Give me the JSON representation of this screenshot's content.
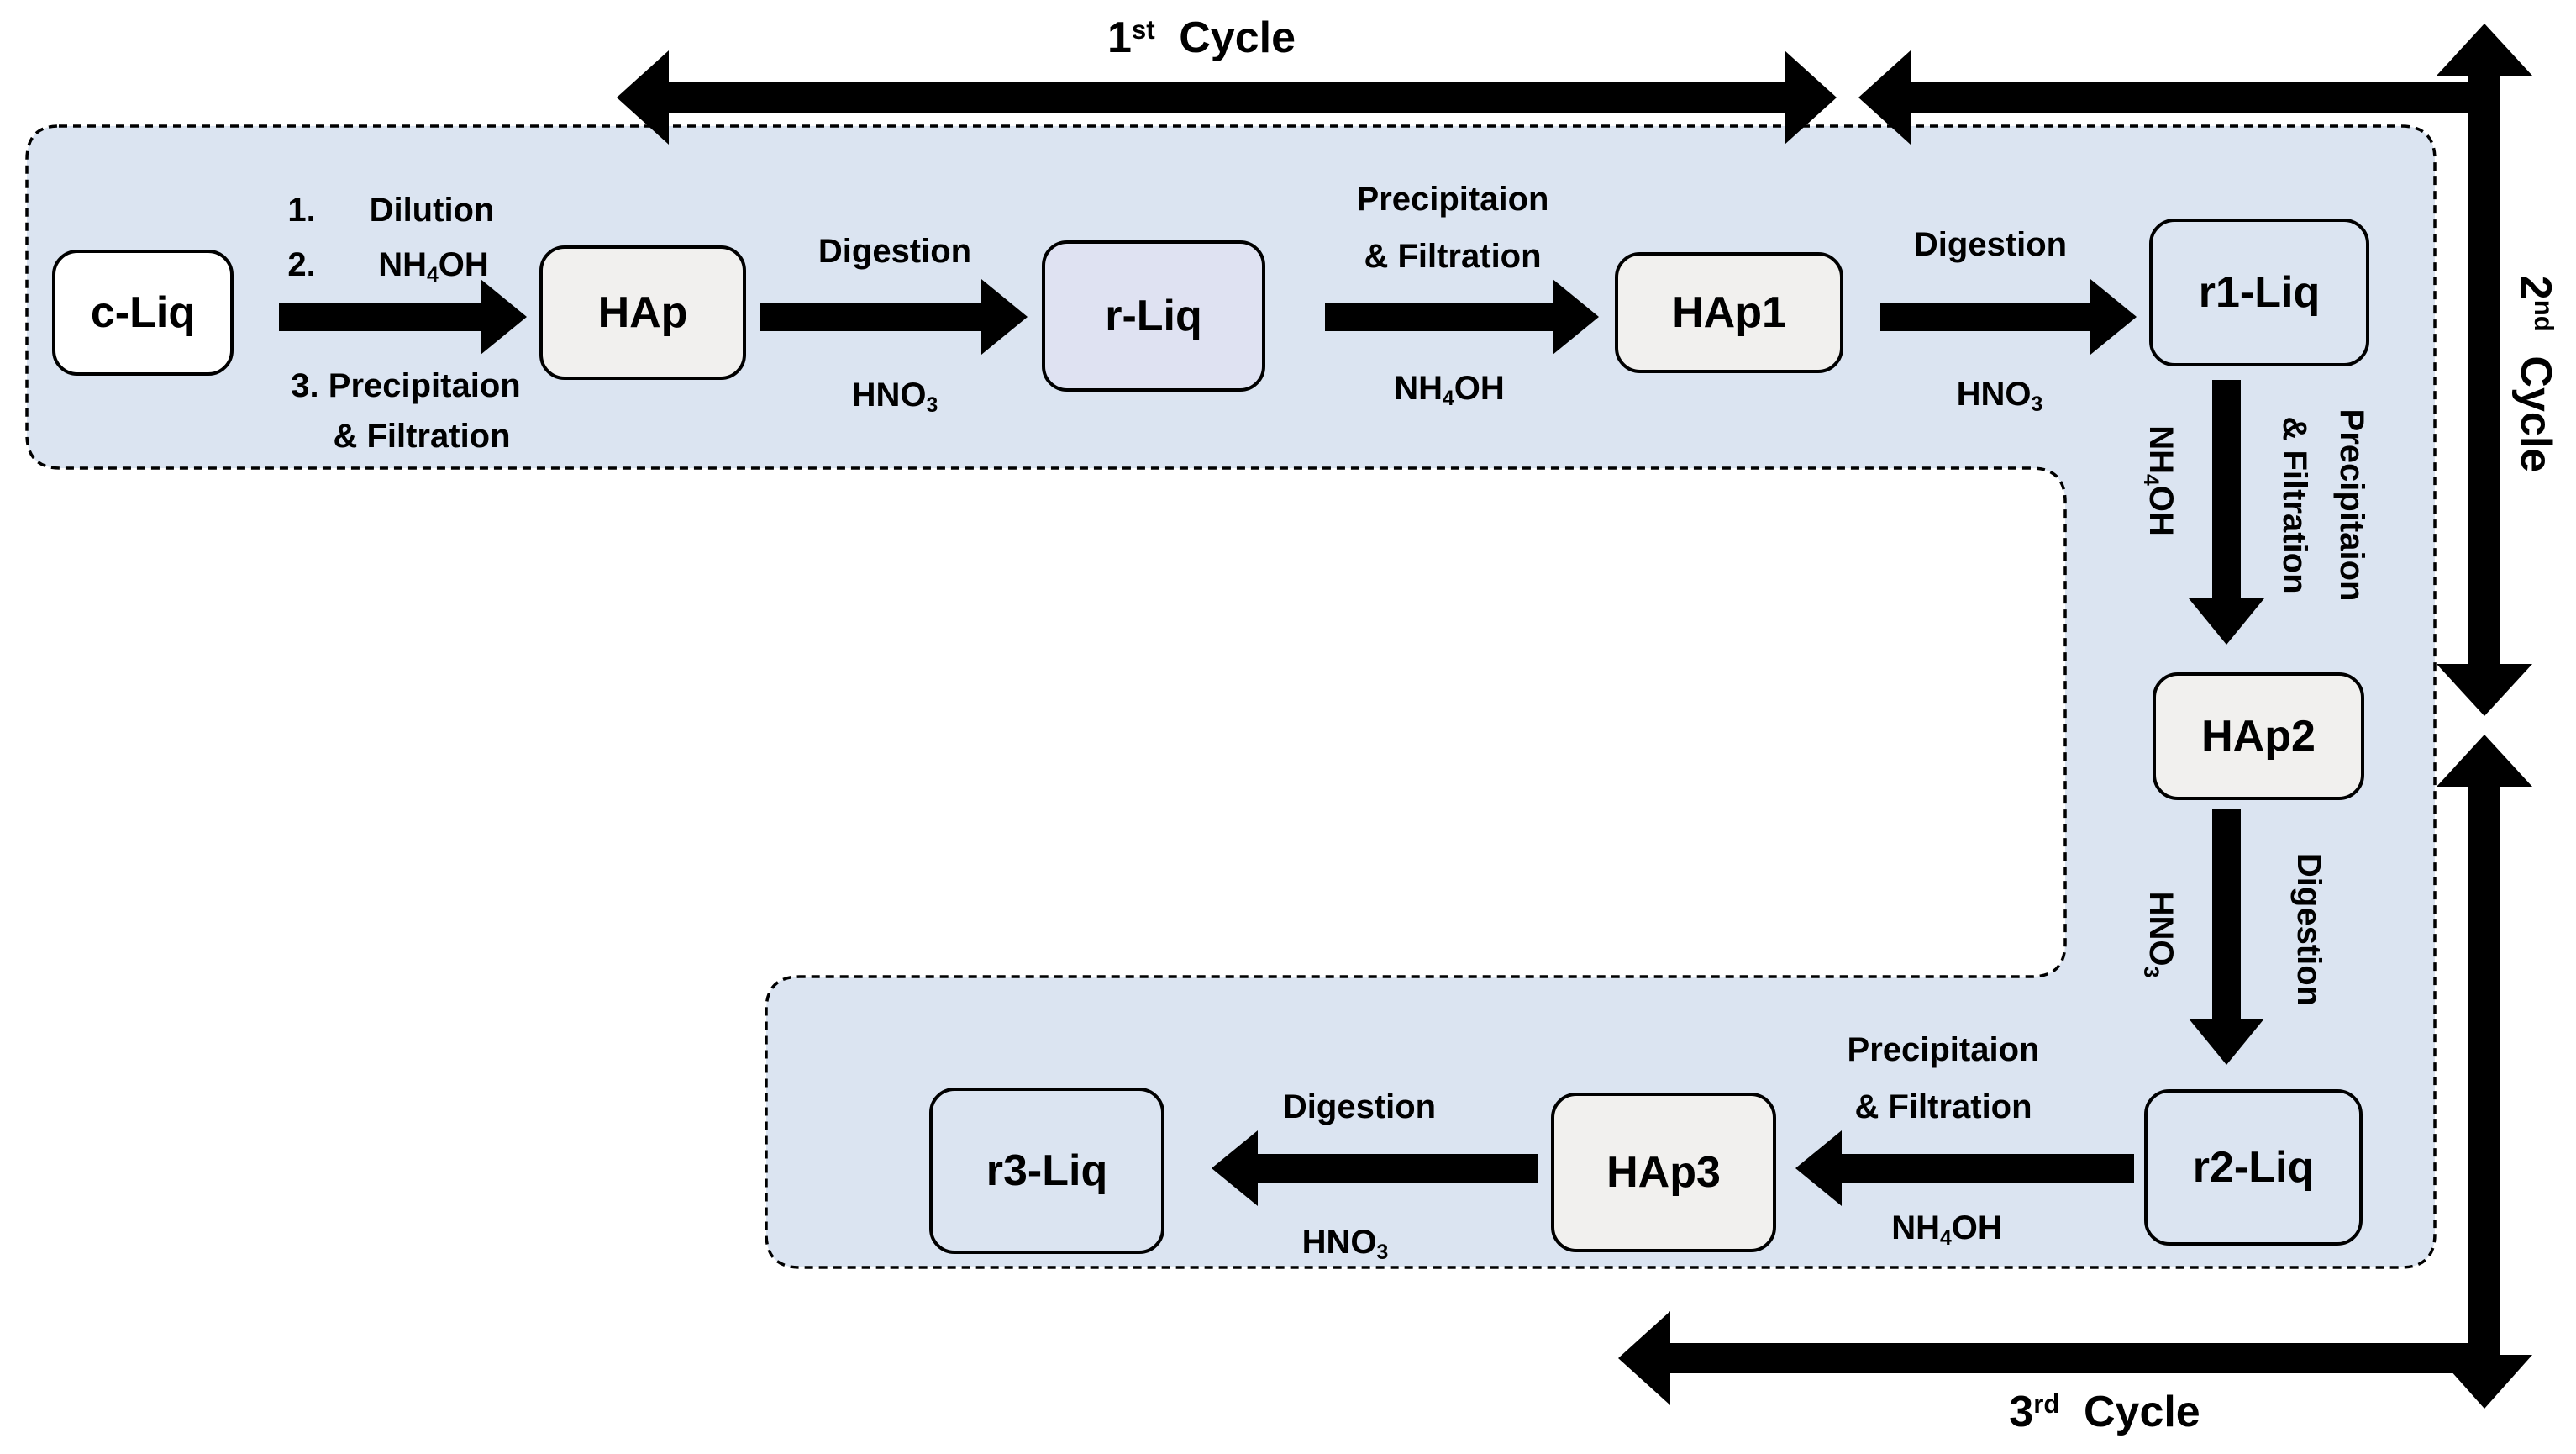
{
  "cycle_labels": {
    "first": {
      "number": "1",
      "ordinal": "st",
      "word": "Cycle"
    },
    "second": {
      "number": "2",
      "ordinal": "nd",
      "word": "Cycle"
    },
    "third": {
      "number": "3",
      "ordinal": "rd",
      "word": "Cycle"
    }
  },
  "boxes": {
    "c_liq": "c-Liq",
    "hap": "HAp",
    "r_liq": "r-Liq",
    "hap1": "HAp1",
    "r1_liq": "r1-Liq",
    "hap2": "HAp2",
    "r2_liq": "r2-Liq",
    "hap3": "HAp3",
    "r3_liq": "r3-Liq"
  },
  "first_step_list": {
    "item1_number": "1.",
    "item1_text": "Dilution",
    "item2_number": "2.",
    "item2_chem": {
      "pre": "NH",
      "sub": "4",
      "post": "OH"
    },
    "item3_text": "3. Precipitaion",
    "item3_text_line2": "& Filtration"
  },
  "process_labels": {
    "digestion": "Digestion",
    "precipitaion": "Precipitaion",
    "filtration_line": "& Filtration",
    "hno3": {
      "pre": "HNO",
      "sub": "3"
    },
    "nh4oh": {
      "pre": "NH",
      "sub": "4",
      "post": "OH"
    }
  },
  "colors": {
    "region_fill": "#dbe4f1",
    "hap_box_fill": "#f1f0ee",
    "r_liq_box_fill": "#dfe2f2",
    "c_liq_box_fill": "#ffffff",
    "liq_box_fill": "#dbe4f1",
    "arrow_color": "#000000"
  }
}
